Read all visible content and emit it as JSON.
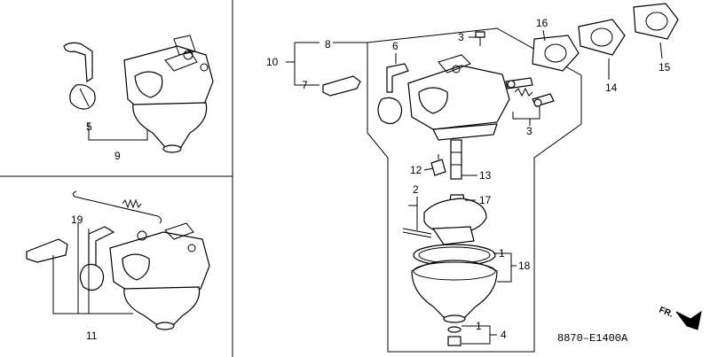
{
  "diagram_code": "8870–E1400A",
  "front_label": "FR.",
  "callouts": {
    "c1a": "1",
    "c1b": "1",
    "c2": "2",
    "c3a": "3",
    "c3b": "3",
    "c4": "4",
    "c5": "5",
    "c6": "6",
    "c7": "7",
    "c8": "8",
    "c9": "9",
    "c10": "10",
    "c11": "11",
    "c12": "12",
    "c13": "13",
    "c14": "14",
    "c15": "15",
    "c16": "16",
    "c17": "17",
    "c18": "18",
    "c19": "19"
  }
}
